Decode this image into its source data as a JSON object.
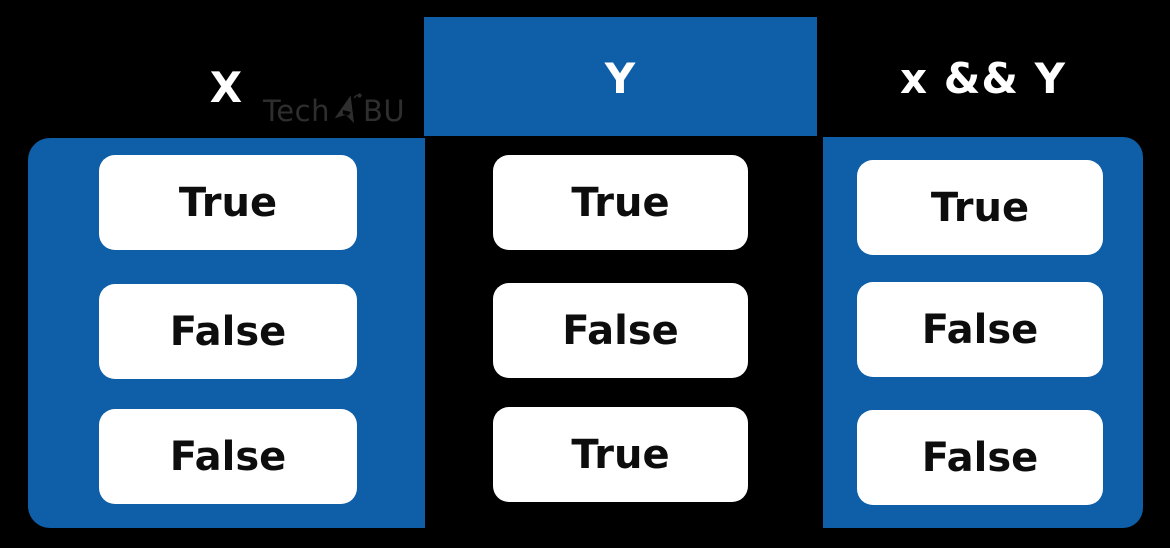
{
  "watermark": {
    "prefix": "Tech",
    "suffix": "BU",
    "icon": "rocket-a-icon"
  },
  "colors": {
    "background": "#000000",
    "panel_blue": "#0e5fa7",
    "box_white": "#ffffff",
    "header_text": "#ffffff",
    "box_text": "#0d0d0d",
    "watermark_text": "#2e2e2e"
  },
  "table": {
    "columns": [
      {
        "id": "x",
        "header": "X",
        "values": [
          "True",
          "False",
          "False"
        ]
      },
      {
        "id": "y",
        "header": "Y",
        "values": [
          "True",
          "False",
          "True"
        ]
      },
      {
        "id": "x_and_y",
        "header": "x && Y",
        "values": [
          "True",
          "False",
          "False"
        ]
      }
    ]
  }
}
